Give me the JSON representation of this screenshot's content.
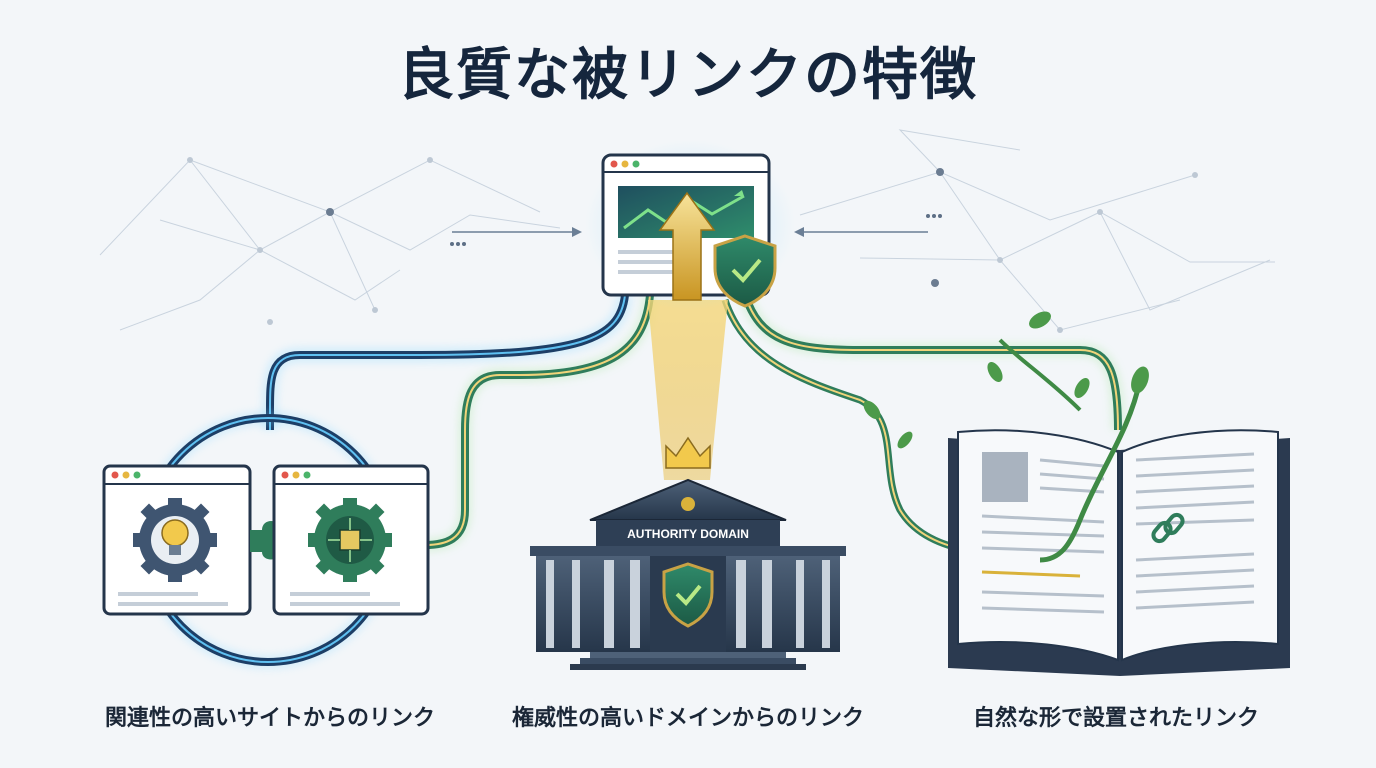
{
  "title": "良質な被リンクの特徴",
  "building_label": "AUTHORITY DOMAIN",
  "captions": {
    "left": "関連性の高いサイトからのリンク",
    "center": "権威性の高いドメインからのリンク",
    "right": "自然な形で設置されたリンク"
  },
  "colors": {
    "navy": "#15263d",
    "teal_green": "#2f7d5b",
    "blue_glow": "#3a8ee6",
    "gold": "#d9b23a",
    "vine_green": "#4c9a4a"
  }
}
